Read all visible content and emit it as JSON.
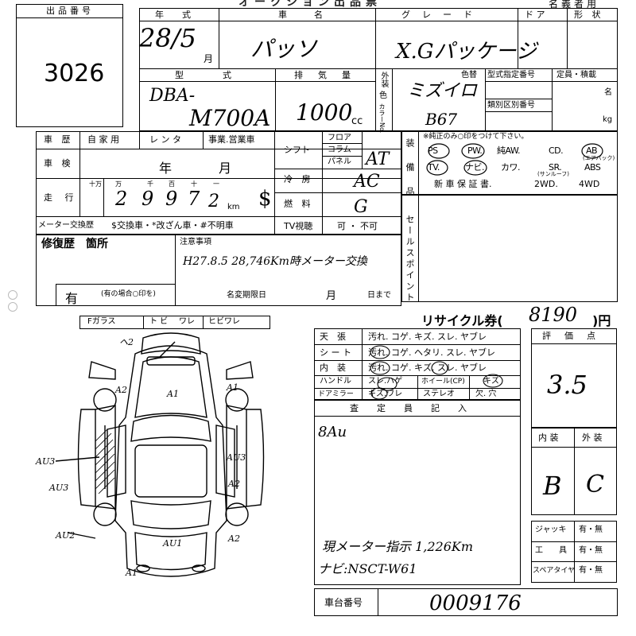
{
  "header": {
    "lot_label": "出品番号",
    "lot_number": "3026",
    "title_partial": "オークション出品票",
    "owner_label": "名義者用",
    "year_label": "年　式",
    "car_name_label": "車　　名",
    "grade_label": "グ　レ　ー　ド",
    "door_label": "ド ア",
    "shape_label": "形 状"
  },
  "vehicle": {
    "year": "28/5",
    "month_suffix": "月",
    "car_name": "パッソ",
    "grade": "X.Gパッケージ",
    "model_label": "型　　　式",
    "model_prefix": "DBA-",
    "model_code": "M700A",
    "displacement_label": "排　気　量",
    "displacement": "1000",
    "displacement_unit": "cc",
    "exterior_label_1": "外装",
    "exterior_label_2": "色",
    "exterior_label_3": "カラーNo.",
    "color_swap_label": "色替",
    "color": "ミズイロ",
    "color_no": "B67",
    "model_designation_label": "型式指定番号",
    "category_label": "類別区別番号",
    "capacity_label": "定員・積載",
    "capacity_unit_1": "名",
    "capacity_unit_2": "kg"
  },
  "history": {
    "label": "車 歴",
    "options": [
      "自 家 用",
      "レ ン タ",
      "事業.営業車"
    ],
    "inspection_label": "車 検",
    "inspection_year": "年",
    "inspection_month": "月",
    "mileage_label": "走 行",
    "mileage_units": [
      "十万",
      "万",
      "千",
      "百",
      "十",
      "一"
    ],
    "mileage_digits": [
      "2",
      "9",
      "9",
      "7",
      "2"
    ],
    "mileage_unit": "km",
    "meter_label": "メーター交換歴",
    "meter_options": "$交換車・*改ざん車・#不明車",
    "shift_label": "シフト",
    "shift_options": [
      "フロア",
      "コラム",
      "パネル"
    ],
    "shift_value": "AT",
    "ac_label": "冷 房",
    "ac_value": "AC",
    "fuel_label": "燃 料",
    "fuel_value": "G",
    "tv_label": "TV視聴",
    "tv_options": "可 ・ 不可"
  },
  "equipment": {
    "label": "装 備 品",
    "note": "※純正のみ○印をつけて下さい。",
    "row1": [
      "PS",
      "PW.",
      "純AW.",
      "CD.",
      "AB"
    ],
    "ab_note": "(エアバック)",
    "row2": [
      "TV.",
      "ナビ.",
      "カワ.",
      "SR.",
      "ABS"
    ],
    "sr_note": "(サンルーフ)",
    "row3": [
      "新 車 保 証 書.",
      "2WD.",
      "4WD"
    ],
    "sales_point_label": "セールスポイント"
  },
  "repair": {
    "label": "修復歴　箇所",
    "value": "有",
    "note": "(有の場合○印を)",
    "caution_label": "注意事項",
    "caution_text": "H27.8.5 28,746Km時メーター交換",
    "deadline_label": "名変期限日",
    "deadline_month": "月",
    "deadline_day": "日まで"
  },
  "diagram": {
    "glass_label": "Fガラス",
    "glass_options": [
      "ト ビ",
      "ワレ",
      "ヒビワレ"
    ],
    "marks": [
      "ヘ2",
      "A2",
      "A1",
      "A1",
      "AU3",
      "A2",
      "AU3",
      "AU3",
      "AU2",
      "AU1",
      "A2",
      "A1"
    ]
  },
  "recycle": {
    "label": "リサイクル券(",
    "value": "8190",
    "unit": ")円"
  },
  "interior_table": {
    "rows": [
      {
        "label": "天　張",
        "opts": "汚れ. コゲ. キズ. スレ. ヤブレ"
      },
      {
        "label": "シ ー ト",
        "opts": "汚れ. コゲ. ヘタリ. スレ. ヤブレ"
      },
      {
        "label": "内　装",
        "opts": "汚れ. コゲ. キズ. スレ. ヤブレ"
      }
    ],
    "handle_label": "ハンドル",
    "handle_opts": "スレ.ハゲ",
    "wheel_label": "ホイール(CP)",
    "wheel_opts": "キズ",
    "mirror_label": "ドアミラー",
    "mirror_opts": "キズ.ワレ",
    "stereo_label": "ステレオ",
    "stereo_opts": "欠. 穴"
  },
  "inspector": {
    "label": "査　定　員　記　入",
    "notes": [
      "8Au",
      "現メーター指示 1,226Km",
      "ナビ:NSCT-W61"
    ]
  },
  "scores": {
    "label": "評　価　点",
    "overall": "3.5",
    "interior_label": "内 装",
    "exterior_label": "外 装",
    "interior": "B",
    "exterior": "C",
    "items": [
      {
        "label": "ジャッキ",
        "opts": "有・無"
      },
      {
        "label": "工　　具",
        "opts": "有・無"
      },
      {
        "label": "スペアタイヤ",
        "opts": "有・無"
      }
    ]
  },
  "chassis": {
    "label": "車台番号",
    "value": "0009176"
  }
}
